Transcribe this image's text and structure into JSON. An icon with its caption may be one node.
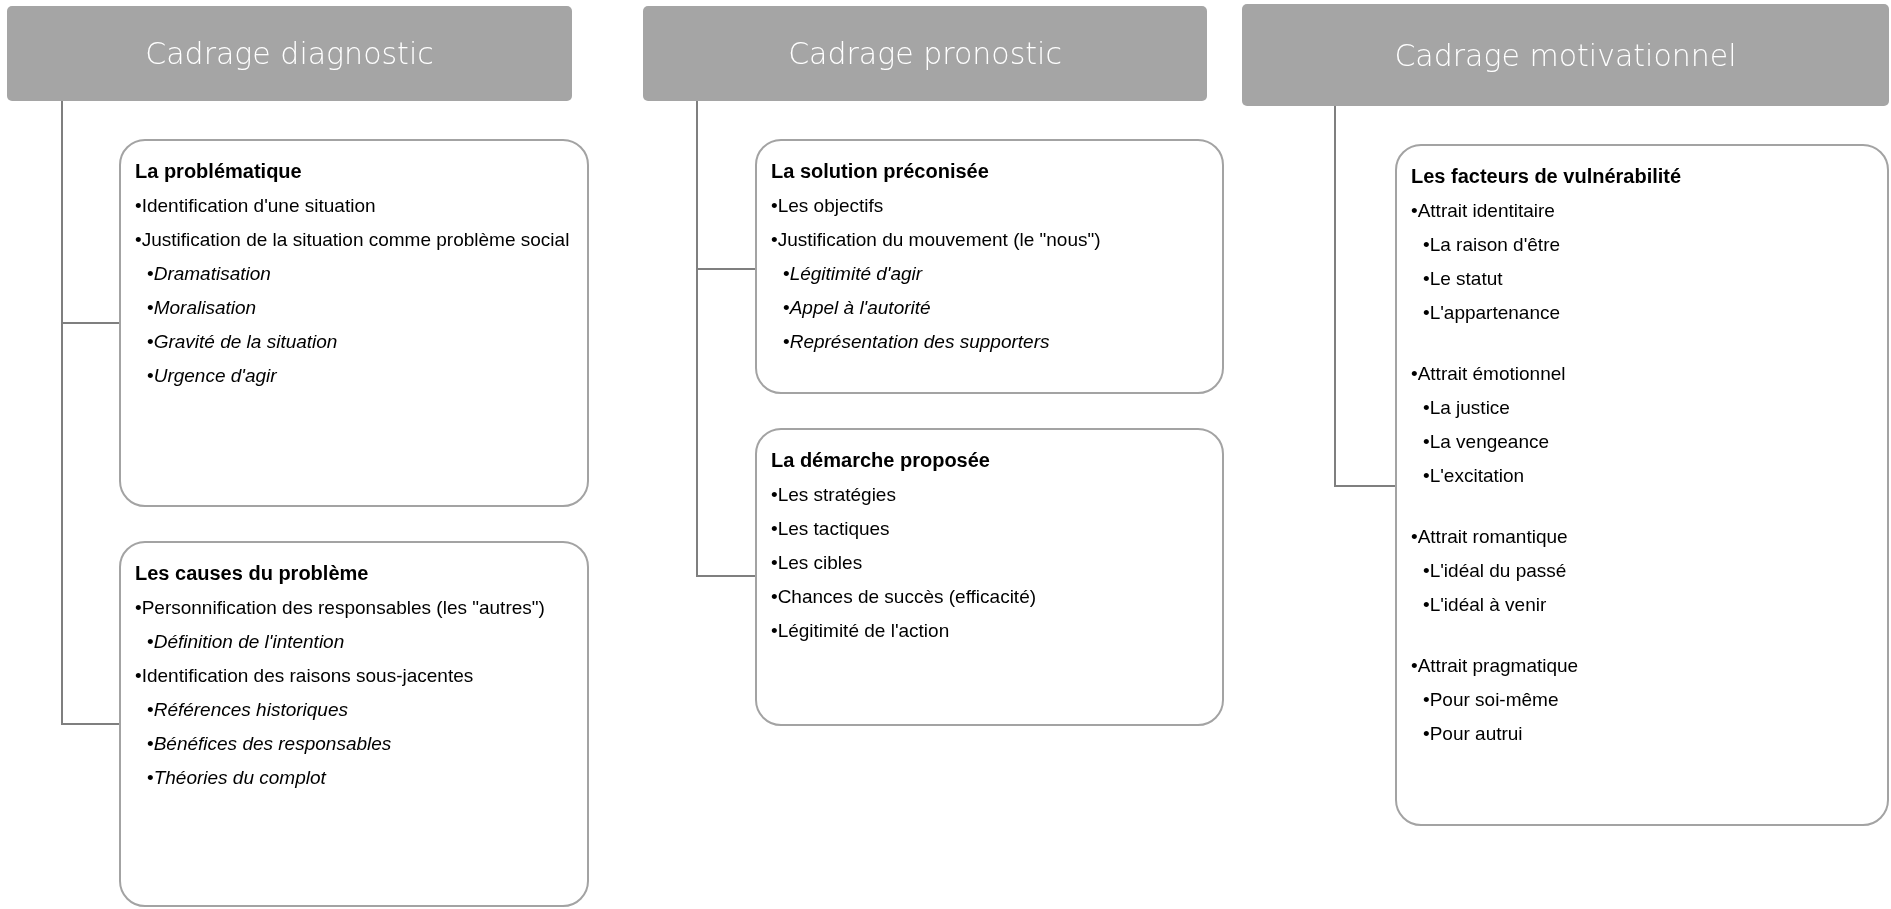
{
  "diagram": {
    "nodes": [
      {
        "text": [
          "Cadrage diagnostic"
        ]
      },
      {
        "text": [
          "La problématique",
          "•Identification d'une situation",
          "•Justification de la situation comme problème social",
          "•*Dramatisation*",
          "•*Moralisation*",
          "•*Gravité de la situation*",
          "•*Urgence d'agir*"
        ]
      },
      {
        "text": [
          "Les causes du problème",
          "•Personnification des responsables (les \"autres\")",
          "•*Définition de l'intention*",
          "•Identification des raisons sous-jacentes",
          "•*Références historiques*",
          "•*Bénéfices des responsables*",
          "•*Théories du complot*"
        ]
      },
      {
        "text": [
          "Cadrage pronostic"
        ]
      },
      {
        "text": [
          "La solution préconisée",
          "•Les objectifs",
          "•Justification du mouvement (le \"nous\")",
          "•*Légitimité d'agir*",
          "•*Appel à l'autorité*",
          "•*Représentation des supporters*"
        ]
      },
      {
        "text": [
          "La démarche proposée",
          "•Les stratégies",
          "•Les tactiques",
          "•Les cibles",
          "•Chances de succès (efficacité)",
          "•Légitimité de l'action"
        ]
      },
      {
        "text": [
          "Cadrage motivationnel"
        ]
      },
      {
        "text": [
          "Les facteurs de vulnérabilité",
          "•Attrait identitaire",
          "•La raison d'être",
          "•Le statut",
          "•L'appartenance",
          "•Attrait émotionnel",
          "•La justice",
          "•La vengeance",
          "•L'excitation",
          "•Attrait romantique",
          "•L'idéal du passé",
          "•L'idéal à venir",
          "•Attrait pragmatique",
          "•Pour soi-même",
          "•Pour autrui"
        ]
      }
    ],
    "edges": [
      {
        "from": 0,
        "to": 1,
        "arrow": "none"
      },
      {
        "from": 0,
        "to": 2,
        "arrow": "none"
      },
      {
        "from": 3,
        "to": 4,
        "arrow": "none"
      },
      {
        "from": 3,
        "to": 5,
        "arrow": "none"
      },
      {
        "from": 6,
        "to": 7,
        "arrow": "none"
      }
    ]
  }
}
